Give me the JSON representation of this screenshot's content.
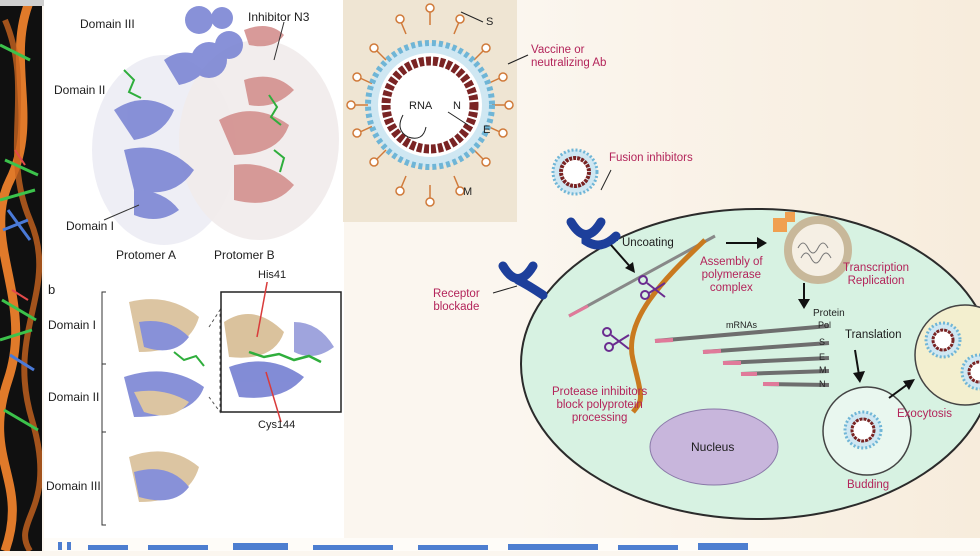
{
  "panel_a": {
    "label_domain3": "Domain III",
    "label_domain2": "Domain II",
    "label_domain1": "Domain I",
    "label_inhibitor": "Inhibitor N3",
    "label_protomer_a": "Protomer A",
    "label_protomer_b": "Protomer B"
  },
  "panel_b": {
    "panel_letter": "b",
    "label_domain1": "Domain I",
    "label_domain2": "Domain II",
    "label_domain3": "Domain III",
    "label_his": "His41",
    "label_cys": "Cys144"
  },
  "virion": {
    "label_s": "S",
    "label_rna": "RNA",
    "label_n": "N",
    "label_e": "E",
    "label_m": "M",
    "label_vaccine": "Vaccine or\nneutralizing Ab"
  },
  "lifecycle": {
    "fusion": "Fusion inhibitors",
    "receptor": "Receptor\nblockade",
    "uncoating": "Uncoating",
    "assembly": "Assembly of\npolymerase\ncomplex",
    "transcription": "Transcription\nReplication",
    "protein": "Protein",
    "mrnas": "mRNAs",
    "genes": [
      "Pol",
      "S",
      "E",
      "M",
      "N"
    ],
    "translation": "Translation",
    "protease": "Protease inhibitors\nblock polyprotein\nprocessing",
    "nucleus": "Nucleus",
    "budding": "Budding",
    "exocytosis": "Exocytosis"
  },
  "colors": {
    "accent_pink": "#b3245a",
    "receptor_blue": "#1d3f9b",
    "cell_green": "#d7f2e2",
    "nucleus_purple": "#c8b6dc",
    "protomer_blue": "#7c86d4",
    "protomer_pink": "#d4908e"
  }
}
